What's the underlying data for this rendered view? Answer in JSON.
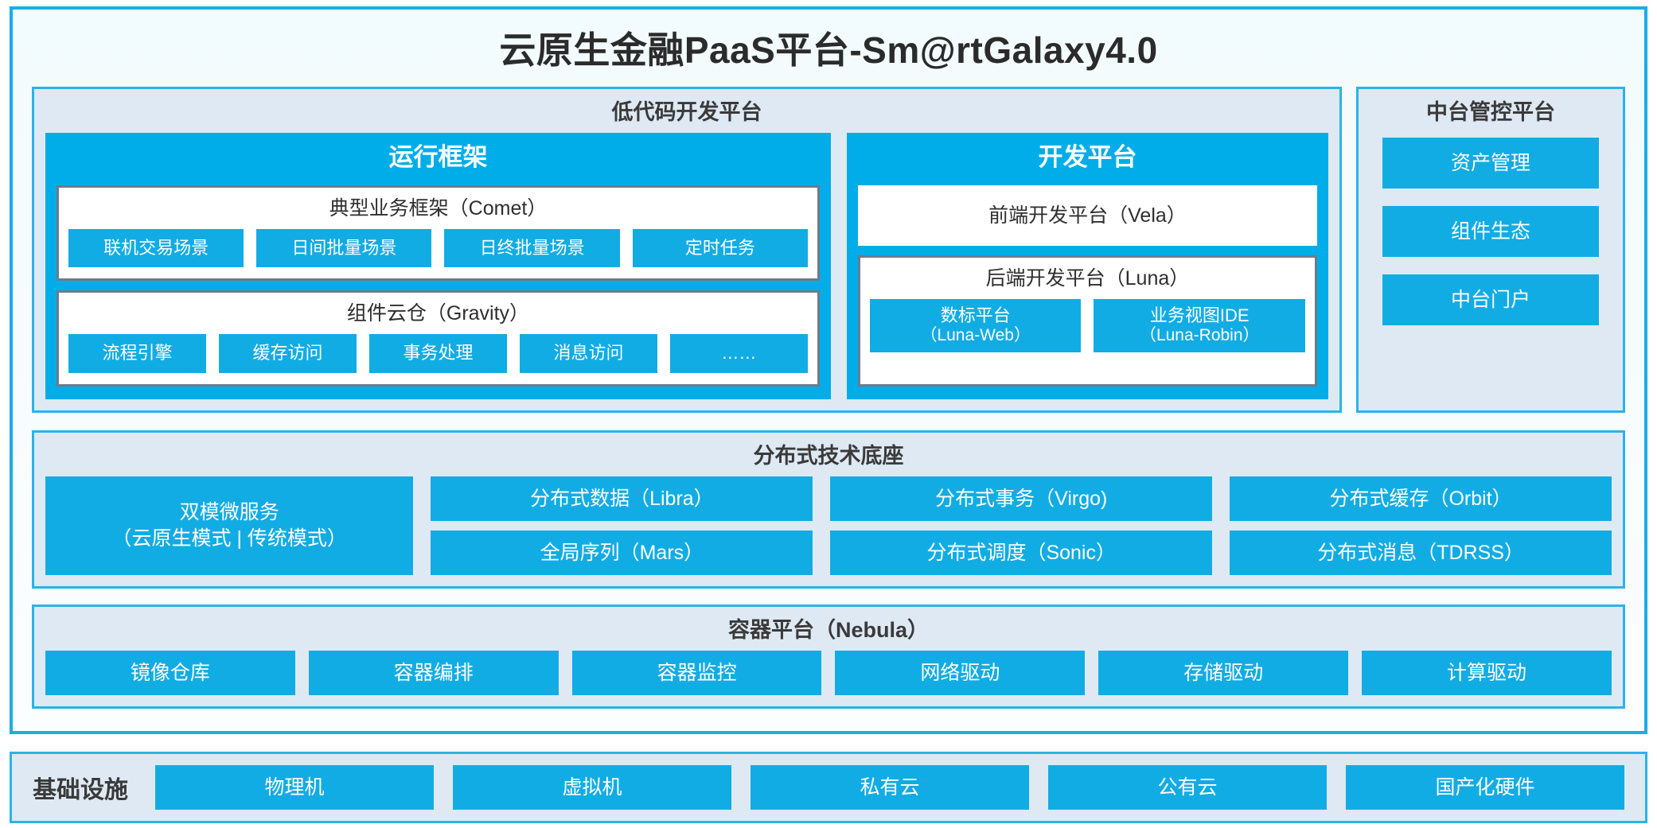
{
  "colors": {
    "accent_blue": "#12ACE4",
    "panel_blue": "#00ADE8",
    "border_blue": "#2BB3E8",
    "outer_border": "#19ADE8",
    "panel_bg": "#dfe9f3",
    "card_border_gray": "#6E7B8B",
    "text_dark": "#2e2e2e",
    "text_white": "#ffffff"
  },
  "platform": {
    "title": "云原生金融PaaS平台-Sm@rtGalaxy4.0"
  },
  "lowcode": {
    "title": "低代码开发平台",
    "runtime": {
      "title": "运行框架",
      "comet": {
        "title": "典型业务框架（Comet）",
        "chips": [
          {
            "label": "联机交易场景"
          },
          {
            "label": "日间批量场景"
          },
          {
            "label": "日终批量场景"
          },
          {
            "label": "定时任务"
          }
        ]
      },
      "gravity": {
        "title": "组件云仓（Gravity）",
        "chips": [
          {
            "label": "流程引擎"
          },
          {
            "label": "缓存访问"
          },
          {
            "label": "事务处理"
          },
          {
            "label": "消息访问"
          },
          {
            "label": "……"
          }
        ]
      }
    },
    "devplatform": {
      "title": "开发平台",
      "frontend": {
        "label": "前端开发平台（Vela）"
      },
      "backend": {
        "title": "后端开发平台（Luna）",
        "chips": [
          {
            "label": "数标平台",
            "sub": "（Luna-Web）"
          },
          {
            "label": "业务视图IDE",
            "sub": "（Luna-Robin）"
          }
        ]
      }
    }
  },
  "midoffice": {
    "title": "中台管控平台",
    "buttons": [
      {
        "label": "资产管理"
      },
      {
        "label": "组件生态"
      },
      {
        "label": "中台门户"
      }
    ]
  },
  "distributed": {
    "title": "分布式技术底座",
    "wide": {
      "line1": "双模微服务",
      "line2": "（云原生模式 | 传统模式）"
    },
    "columns": [
      {
        "cells": [
          {
            "label": "分布式数据（Libra）"
          },
          {
            "label": "全局序列（Mars）"
          }
        ]
      },
      {
        "cells": [
          {
            "label": "分布式事务（Virgo)"
          },
          {
            "label": "分布式调度（Sonic）"
          }
        ]
      },
      {
        "cells": [
          {
            "label": "分布式缓存（Orbit）"
          },
          {
            "label": "分布式消息（TDRSS）"
          }
        ]
      }
    ]
  },
  "container": {
    "title": "容器平台（Nebula）",
    "cells": [
      {
        "label": "镜像仓库"
      },
      {
        "label": "容器编排"
      },
      {
        "label": "容器监控"
      },
      {
        "label": "网络驱动"
      },
      {
        "label": "存储驱动"
      },
      {
        "label": "计算驱动"
      }
    ]
  },
  "infrastructure": {
    "label": "基础设施",
    "cells": [
      {
        "label": "物理机"
      },
      {
        "label": "虚拟机"
      },
      {
        "label": "私有云"
      },
      {
        "label": "公有云"
      },
      {
        "label": "国产化硬件"
      }
    ]
  }
}
